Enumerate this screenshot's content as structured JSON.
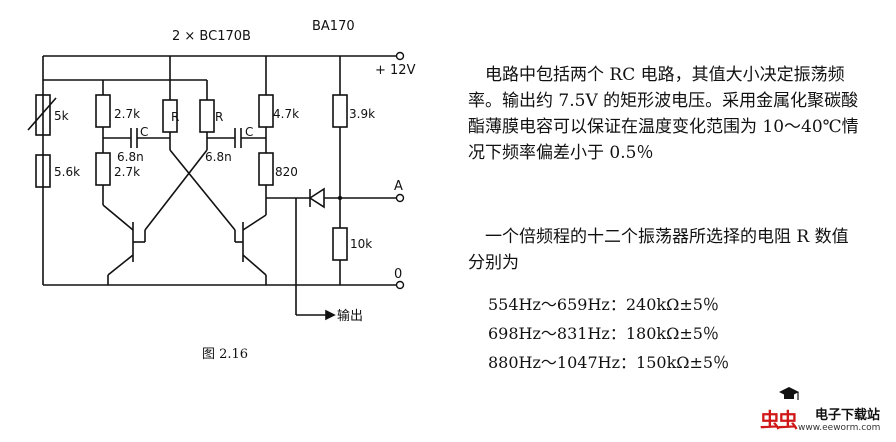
{
  "diagram": {
    "transistor_label": "2 × BC170B",
    "diode_label": "BA170",
    "supply_label": "+ 12V",
    "output_a_label": "A",
    "ground_label": "0",
    "output_label": "输出",
    "components": {
      "pot": "5k",
      "r_left_series": "5.6k",
      "r1_top": "2.7k",
      "r1_bottom": "2.7k",
      "c1": "C",
      "c1_value": "6.8n",
      "r_timing_1": "R",
      "r_timing_2": "R",
      "c2": "C",
      "c2_value": "6.8n",
      "r2_top": "4.7k",
      "r2_bottom": "820",
      "r_out_top": "3.9k",
      "r_out_bottom": "10k"
    },
    "caption": "图 2.16"
  },
  "text": {
    "paragraph1": "电路中包括两个 RC 电路，其值大小决定振荡频率。输出约 7.5V 的矩形波电压。采用金属化聚碳酸酯薄膜电容可以保证在温度变化范围为 10～40℃情况下频率偏差小于 0.5％",
    "paragraph2": "一个倍频程的十二个振荡器所选择的电阻 R 数值分别为",
    "freq1": "554Hz～659Hz：240kΩ±5％",
    "freq2": "698Hz～831Hz：180kΩ±5％",
    "freq3": "880Hz～1047Hz：150kΩ±5％"
  },
  "watermark": {
    "glyph": "虫虫",
    "site_name": "电子下载站",
    "url": "www.eeworm.com",
    "logo_color": "#d01818"
  }
}
